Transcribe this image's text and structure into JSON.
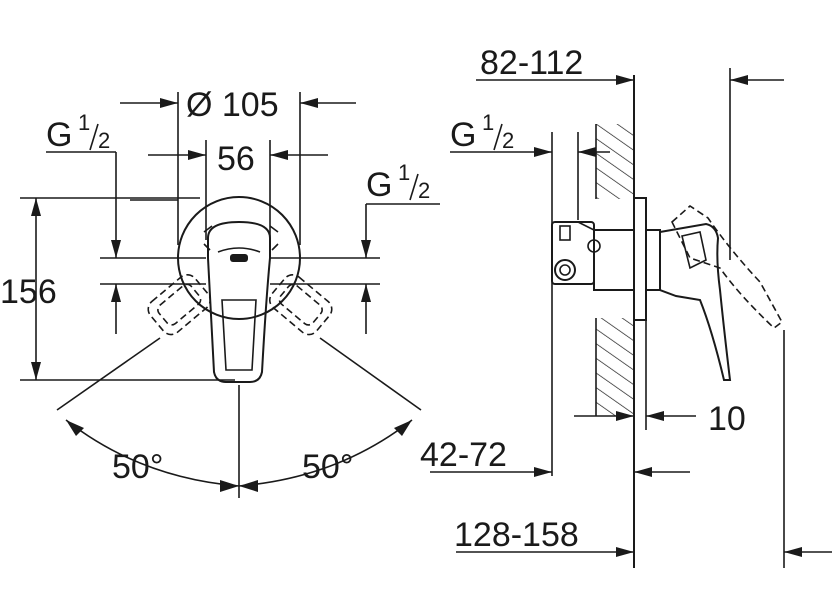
{
  "front_view": {
    "diameter_label": "Ø 105",
    "plate_width_label": "56",
    "height_label": "156",
    "left_thread_base": "G",
    "left_thread_num": "1",
    "left_thread_den": "2",
    "right_thread_base": "G",
    "right_thread_num": "1",
    "right_thread_den": "2",
    "left_angle_label": "50°",
    "right_angle_label": "50°"
  },
  "side_view": {
    "projection_label": "82-112",
    "thread_base": "G",
    "thread_num": "1",
    "thread_den": "2",
    "plate_depth_label": "10",
    "body_depth_label": "42-72",
    "overall_depth_label": "128-158"
  }
}
